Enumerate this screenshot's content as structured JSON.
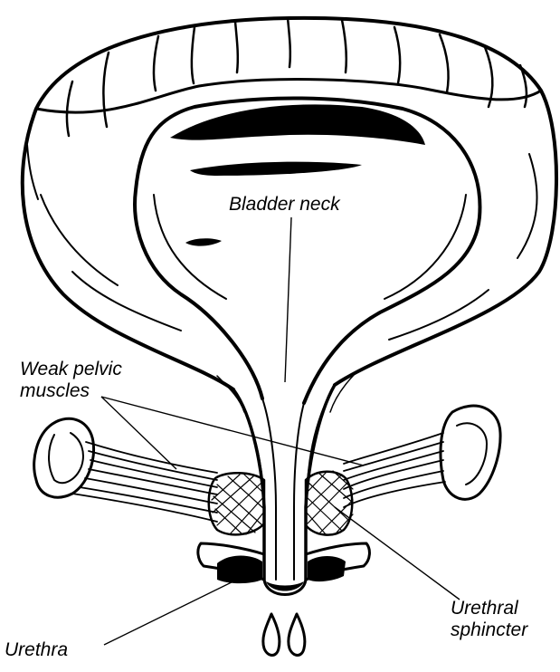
{
  "labels": {
    "bladder_neck": "Bladder neck",
    "weak_pelvic_line1": "Weak pelvic",
    "weak_pelvic_line2": "muscles",
    "urethral_line1": "Urethral",
    "urethral_line2": "sphincter",
    "urethra": "Urethra"
  },
  "colors": {
    "ink": "#000000",
    "paper": "#ffffff"
  }
}
